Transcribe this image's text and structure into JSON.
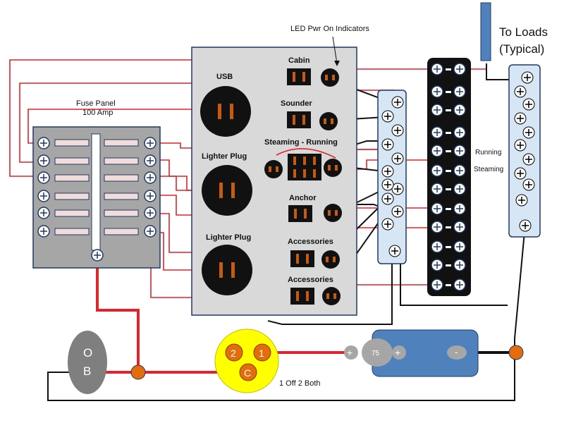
{
  "labels": {
    "led_indicators": "LED Pwr On Indicators",
    "to_loads_1": "To Loads",
    "to_loads_2": "(Typical)",
    "fuse_panel_1": "Fuse Panel",
    "fuse_panel_2": "100 Amp",
    "running": "Running",
    "steaming": "Steaming",
    "switch_caption": "1 Off 2 Both",
    "battery_switch_letters": {
      "o": "O",
      "b": "B"
    },
    "selector": {
      "one": "1",
      "two": "2",
      "common": "C"
    },
    "battery": {
      "value": "75",
      "plus": "+",
      "minus": "-",
      "plus_left": "+"
    }
  },
  "switch_panel": {
    "usb": "USB",
    "lighter1": "Lighter Plug",
    "lighter2": "Lighter Plug",
    "switches": [
      "Cabin",
      "Sounder",
      "Steaming - Running",
      "Anchor",
      "Accessories",
      "Accessories"
    ]
  },
  "colors": {
    "red_wire": "#e0242b",
    "black_wire": "#111111",
    "panel_gray": "#a6a6a6",
    "switch_panel_gray": "#d9d9d9",
    "bus_blue": "#d6e6f5",
    "battery_blue": "#4f81bd",
    "yellow": "#ffff00",
    "terminal_orange": "#e46c0a"
  }
}
